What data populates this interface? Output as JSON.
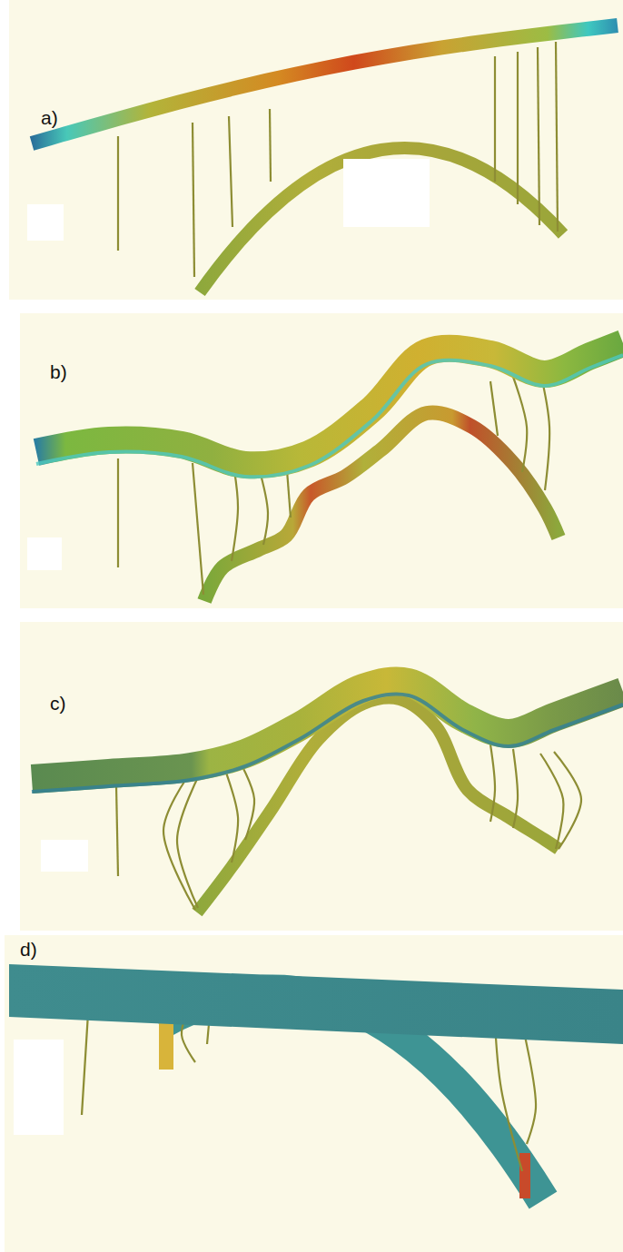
{
  "diagram": {
    "labels": [
      "a)",
      "b)",
      "c)",
      "d)"
    ]
  }
}
